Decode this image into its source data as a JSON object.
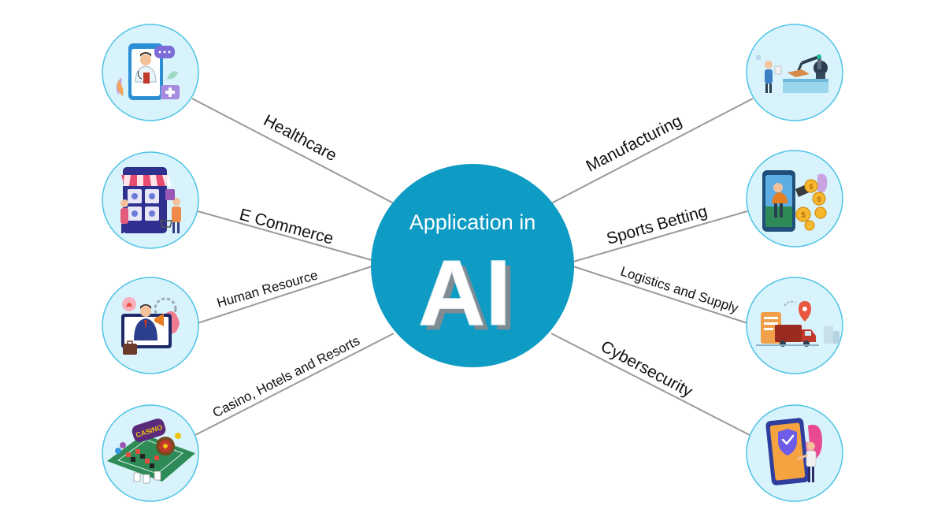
{
  "hub": {
    "title": "Application in",
    "big_text": "AI",
    "fill_color": "#0e9bc4"
  },
  "colors": {
    "node_fill": "#d8f3fb",
    "node_stroke": "#4cc3e6",
    "connector": "#9a9a9a",
    "label": "#111111"
  },
  "nodes": [
    {
      "id": "healthcare",
      "label": "Healthcare",
      "icon": "doctor-phone-icon"
    },
    {
      "id": "ecommerce",
      "label": "E Commerce",
      "icon": "online-shop-icon"
    },
    {
      "id": "human-resource",
      "label": "Human Resource",
      "icon": "recruiter-megaphone-icon"
    },
    {
      "id": "casino",
      "label": "Casino, Hotels and Resorts",
      "icon": "roulette-table-icon"
    },
    {
      "id": "manufacturing",
      "label": "Manufacturing",
      "icon": "robot-arm-icon"
    },
    {
      "id": "sports-betting",
      "label": "Sports Betting",
      "icon": "betting-coins-icon"
    },
    {
      "id": "logistics",
      "label": "Logistics and Supply",
      "icon": "delivery-truck-icon"
    },
    {
      "id": "cybersecurity",
      "label": "Cybersecurity",
      "icon": "security-shield-icon"
    }
  ]
}
